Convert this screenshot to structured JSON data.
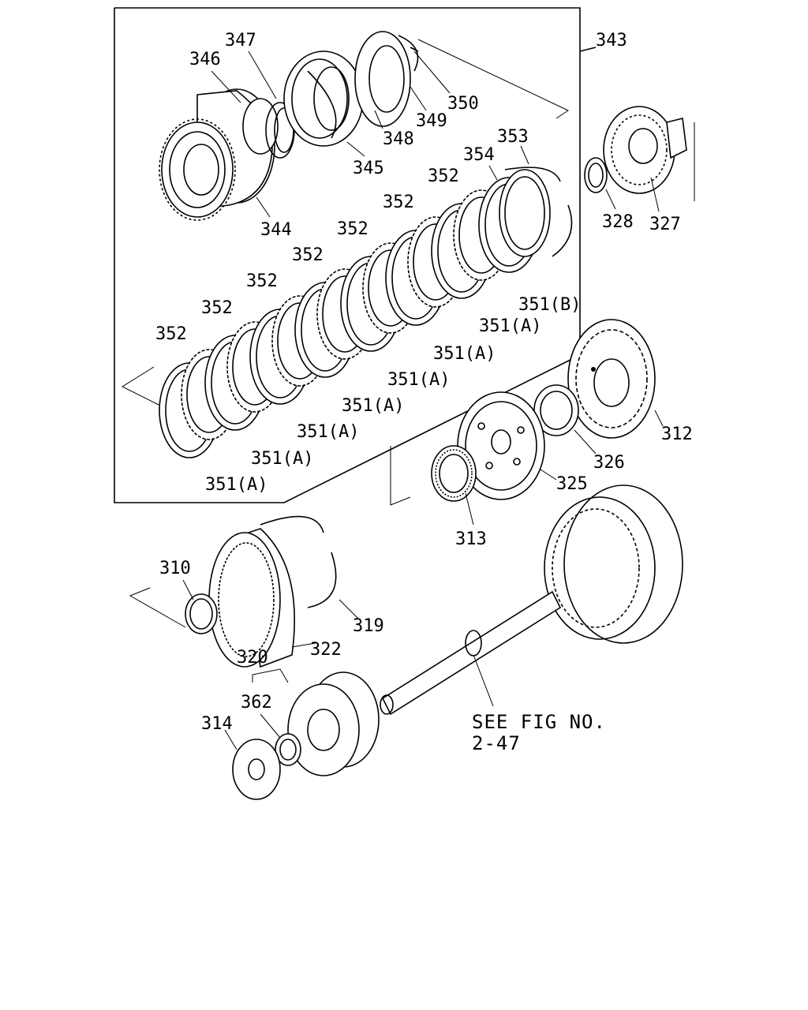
{
  "callouts": {
    "c343": "343",
    "c347": "347",
    "c346": "346",
    "c350": "350",
    "c349": "349",
    "c348": "348",
    "c345": "345",
    "c344": "344",
    "c353": "353",
    "c354": "354",
    "c352a": "352",
    "c352b": "352",
    "c352c": "352",
    "c352d": "352",
    "c352e": "352",
    "c352f": "352",
    "c352g": "352",
    "c351b": "351(B)",
    "c351a1": "351(A)",
    "c351a2": "351(A)",
    "c351a3": "351(A)",
    "c351a4": "351(A)",
    "c351a5": "351(A)",
    "c351a6": "351(A)",
    "c351a7": "351(A)",
    "c328": "328",
    "c327": "327",
    "c312": "312",
    "c326": "326",
    "c325": "325",
    "c313": "313",
    "c310": "310",
    "c319": "319",
    "c322": "322",
    "c320": "320",
    "c362": "362",
    "c314": "314"
  },
  "note": {
    "line1": "SEE FIG NO.",
    "line2": "2-47"
  }
}
